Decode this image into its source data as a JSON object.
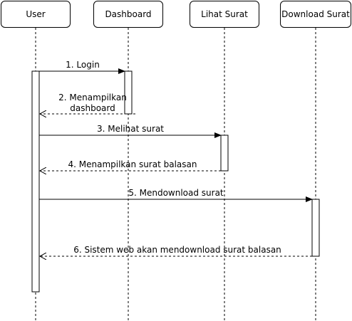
{
  "participants": {
    "user": "User",
    "dashboard": "Dashboard",
    "lihat_surat": "Lihat Surat",
    "download_surat": "Download Surat"
  },
  "messages": [
    {
      "label": [
        "1. Login"
      ],
      "kind": "sync",
      "from": "User",
      "to": "Dashboard"
    },
    {
      "label": [
        "2. Menampilkan",
        "dashboard"
      ],
      "kind": "return",
      "from": "Dashboard",
      "to": "User"
    },
    {
      "label": [
        "3. Melihat surat"
      ],
      "kind": "sync",
      "from": "User",
      "to": "Lihat Surat"
    },
    {
      "label": [
        "4. Menampilkan surat balasan"
      ],
      "kind": "return",
      "from": "Lihat Surat",
      "to": "User"
    },
    {
      "label": [
        "5. Mendownload surat"
      ],
      "kind": "sync",
      "from": "User",
      "to": "Download Surat"
    },
    {
      "label": [
        "6. Sistem web akan mendownload surat balasan"
      ],
      "kind": "return",
      "from": "Download Surat",
      "to": "User"
    }
  ],
  "colors": {
    "line": "#000000",
    "box_fill": "#ffffff"
  }
}
